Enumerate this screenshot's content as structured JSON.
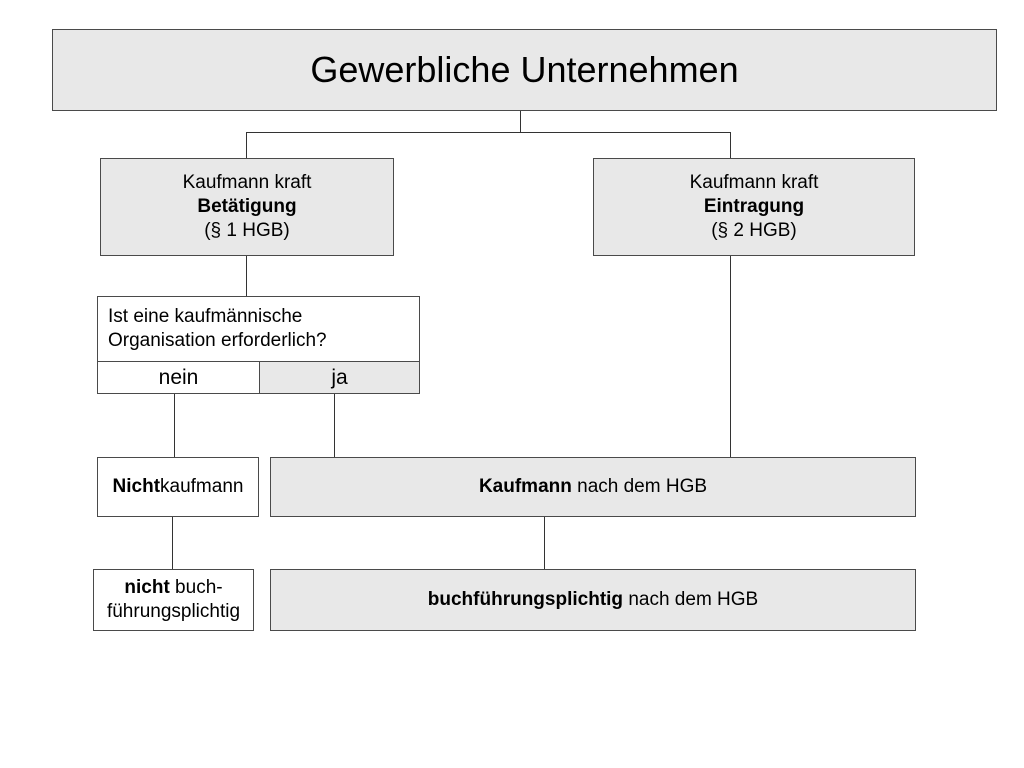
{
  "root": {
    "title": "Gewerbliche Unternehmen"
  },
  "left_branch": {
    "line1": "Kaufmann kraft",
    "line2": "Betätigung",
    "line3": "(§ 1 HGB)"
  },
  "right_branch": {
    "line1": "Kaufmann kraft",
    "line2": "Eintragung",
    "line3": "(§ 2 HGB)"
  },
  "question": {
    "line1": "Ist eine kaufmännische",
    "line2": "Organisation erforderlich?",
    "no_label": "nein",
    "yes_label": "ja"
  },
  "nichtkaufmann": {
    "bold": "Nicht",
    "rest": "kaufmann"
  },
  "kaufmann_hgb": {
    "bold": "Kaufmann",
    "rest": " nach dem HGB"
  },
  "nicht_buchfuehrung": {
    "bold": "nicht",
    "rest": " buch-",
    "line2": "führungsplichtig"
  },
  "buchfuehrung": {
    "bold": "buchführungsplichtig",
    "rest": " nach dem HGB"
  },
  "colors": {
    "box_fill": "#e8e8e8",
    "border": "#4a4a4a"
  }
}
